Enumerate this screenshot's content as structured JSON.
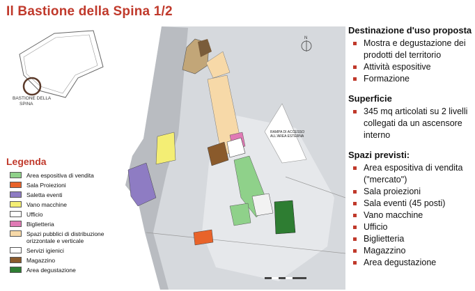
{
  "title": "Il Bastione della Spina 1/2",
  "inset": {
    "label_line1": "BASTIONE DELLA",
    "label_line2": "SPINA"
  },
  "map": {
    "ramp_label_1": "RAMPA DI ACCESSO",
    "ramp_label_2": "ALL'AREA ESTERNA",
    "north_label": "N"
  },
  "legend": {
    "title": "Legenda",
    "items": [
      {
        "label": "Area espositiva di vendita",
        "color": "#8fd18a"
      },
      {
        "label": "Sala Proiezioni",
        "color": "#e8632a"
      },
      {
        "label": "Saletta eventi",
        "color": "#8e7cc3"
      },
      {
        "label": "Vano macchine",
        "color": "#f4ee74"
      },
      {
        "label": "Ufficio",
        "color": "#ffffff"
      },
      {
        "label": "Biglietteria",
        "color": "#e07ab5"
      },
      {
        "label": "Spazi pubblici di distribuzione orizzontale e verticale",
        "color": "#f7d9a8"
      },
      {
        "label": "Servizi igienici",
        "color": "#ffffff"
      },
      {
        "label": "Magazzino",
        "color": "#8a5a2b"
      },
      {
        "label": "Area degustazione",
        "color": "#2e7d32"
      }
    ]
  },
  "sections": [
    {
      "title": "Destinazione d'uso proposta",
      "items": [
        "Mostra e degustazione dei prodotti del territorio",
        "Attività espositive",
        "Formazione"
      ]
    },
    {
      "title": "Superficie",
      "items": [
        "345 mq articolati su 2 livelli collegati da un ascensore interno"
      ]
    },
    {
      "title": "Spazi previsti:",
      "items": [
        "Area espositiva di vendita (\"mercato\")",
        "Sala proiezioni",
        "Sala eventi (45 posti)",
        "Vano macchine",
        "Ufficio",
        "Biglietteria",
        "Magazzino",
        "Area degustazione"
      ]
    }
  ],
  "colors": {
    "accent": "#c0392b",
    "ground": "#d6d9dd",
    "wall": "#a9adb3"
  }
}
